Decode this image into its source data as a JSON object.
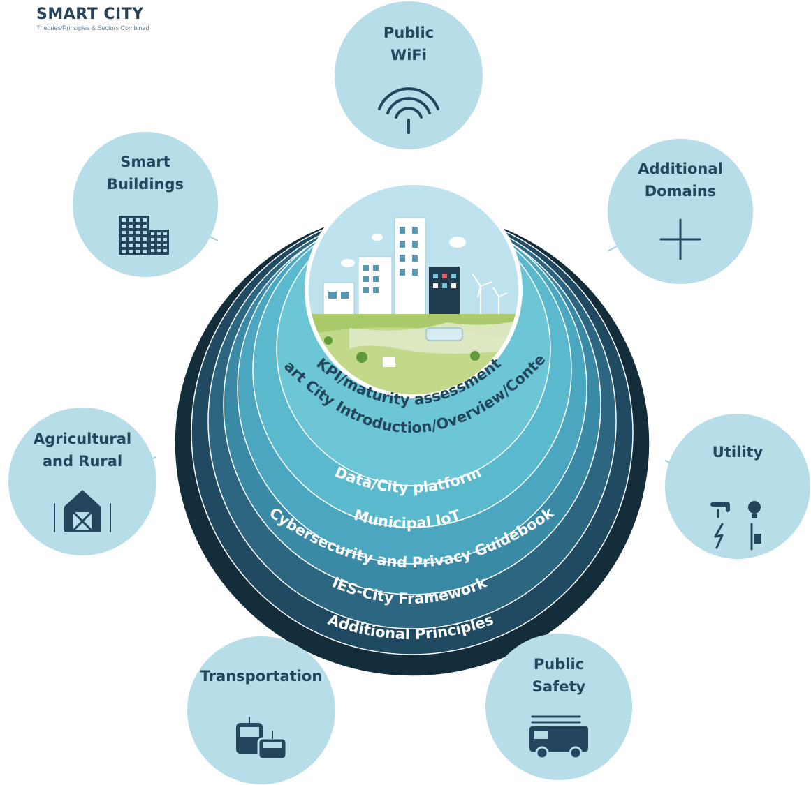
{
  "header": {
    "title": "SMART CITY",
    "subtitle": "Theories/Principles & Sectors Combined"
  },
  "rings": [
    {
      "label": "KPI/maturity assessment",
      "color": "#6cc6d6",
      "text_color": "#22475c"
    },
    {
      "label": "Smart City Introduction/Overview/Context",
      "color": "#5ab9cd",
      "text_color": "#22475c"
    },
    {
      "label": "Data/City platform",
      "color": "#4aa7bf",
      "text_color": "#ffffff"
    },
    {
      "label": "Municipal IoT",
      "color": "#3a8aa6",
      "text_color": "#ffffff"
    },
    {
      "label": "Cybersecurity and Privacy Guidebook",
      "color": "#2d6680",
      "text_color": "#ffffff"
    },
    {
      "label": "IES-City Framework",
      "color": "#1f4a62",
      "text_color": "#ffffff"
    },
    {
      "label": "Additional Principles",
      "color": "#132d3b",
      "text_color": "#ffffff"
    }
  ],
  "satellites": [
    {
      "lines": [
        "Public",
        "WiFi"
      ],
      "icon": "wifi-icon"
    },
    {
      "lines": [
        "Additional",
        "Domains"
      ],
      "icon": "plus-icon"
    },
    {
      "lines": [
        "Utility"
      ],
      "icon": "utility-icon"
    },
    {
      "lines": [
        "Public",
        "Safety"
      ],
      "icon": "fire-truck-icon"
    },
    {
      "lines": [
        "Transportation"
      ],
      "icon": "vehicles-icon"
    },
    {
      "lines": [
        "Agricultural",
        "and Rural"
      ],
      "icon": "barn-icon"
    },
    {
      "lines": [
        "Smart",
        "Buildings"
      ],
      "icon": "building-icon"
    }
  ],
  "colors": {
    "satellite_fill": "#b6dde8",
    "connector": "#9fcfdc",
    "icon": "#23465c"
  }
}
